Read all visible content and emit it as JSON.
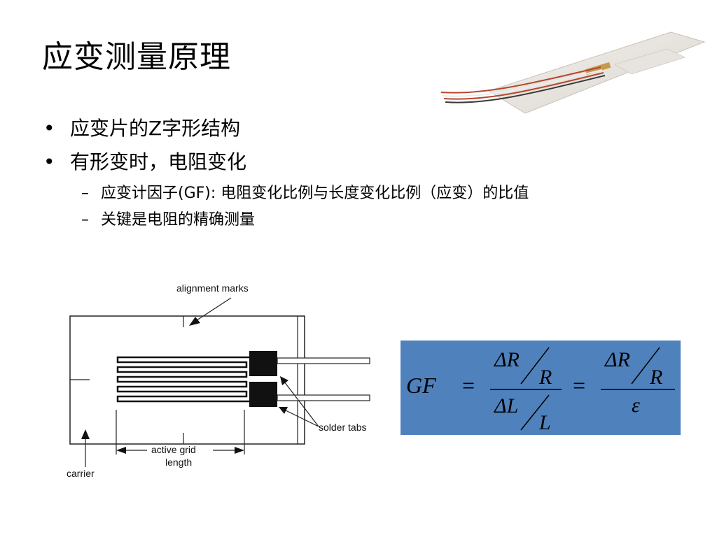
{
  "slide": {
    "title": "应变测量原理"
  },
  "bullets": [
    {
      "text": "应变片的Z字形结构"
    },
    {
      "text": "有形变时，电阻变化"
    }
  ],
  "sub_bullets": [
    {
      "text": "应变计因子(GF): 电阻变化比例与长度变化比例（应变）的比值"
    },
    {
      "text": "关键是电阻的精确测量"
    }
  ],
  "symbols": {
    "bullet": "•",
    "dash": "–"
  },
  "diagram": {
    "labels": {
      "alignment": "alignment marks",
      "solder": "solder tabs",
      "grid_line1": "active grid",
      "grid_line2": "length",
      "carrier": "carrier"
    }
  },
  "formula": {
    "lhs": "GF",
    "equals": "=",
    "frac1_num_top": "ΔR",
    "frac1_num_bottom": "R",
    "frac1_den_top": "ΔL",
    "frac1_den_bottom": "L",
    "frac2_num_top": "ΔR",
    "frac2_num_bottom": "R",
    "frac2_den": "ε"
  },
  "colors": {
    "formula_bg": "#4f81bd",
    "wire_red": "#b4472f",
    "wire_white": "#ececec"
  }
}
